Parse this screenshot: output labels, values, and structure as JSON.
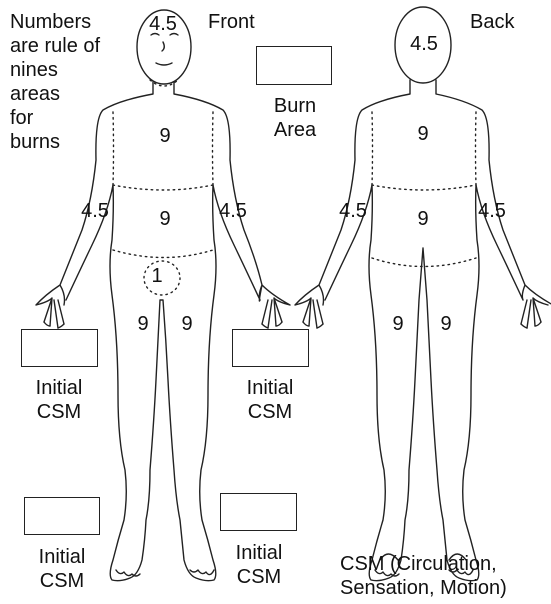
{
  "note": {
    "lines": [
      "Numbers",
      "are rule of",
      "nines",
      "areas",
      "for",
      "burns"
    ]
  },
  "front": {
    "title": "Front",
    "head": "4.5",
    "chest": "9",
    "abdomen": "9",
    "left_arm": "4.5",
    "right_arm": "4.5",
    "groin": "1",
    "left_leg": "9",
    "right_leg": "9"
  },
  "back": {
    "title": "Back",
    "head": "4.5",
    "upper_back": "9",
    "lower_back": "9",
    "left_arm": "4.5",
    "right_arm": "4.5",
    "left_leg": "9",
    "right_leg": "9"
  },
  "burn_area": {
    "lines": [
      "Burn",
      "Area"
    ]
  },
  "csm_boxes": {
    "left_hand": [
      "Initial",
      "CSM"
    ],
    "right_hand": [
      "Initial",
      "CSM"
    ],
    "left_foot": [
      "Initial",
      "CSM"
    ],
    "right_foot": [
      "Initial",
      "CSM"
    ]
  },
  "legend": {
    "lines": [
      "CSM (Circulation,",
      "Sensation, Motion)"
    ]
  }
}
